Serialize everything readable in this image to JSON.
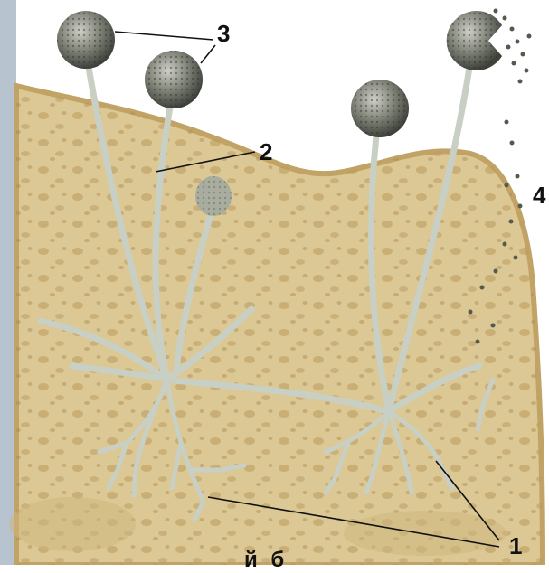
{
  "figure": {
    "labels": [
      {
        "id": "1",
        "text": "1"
      },
      {
        "id": "2",
        "text": "2"
      },
      {
        "id": "3",
        "text": "3"
      },
      {
        "id": "4",
        "text": "4"
      }
    ],
    "bottom_caption_fragment": "й    б",
    "colors": {
      "bread": "#d9c48f",
      "bread_crust": "#c9a86a",
      "hypha": "#c8cfc4",
      "sporangium": "#6f7266",
      "leader_line": "#111111",
      "side_bar": "#b7c3cf"
    }
  }
}
